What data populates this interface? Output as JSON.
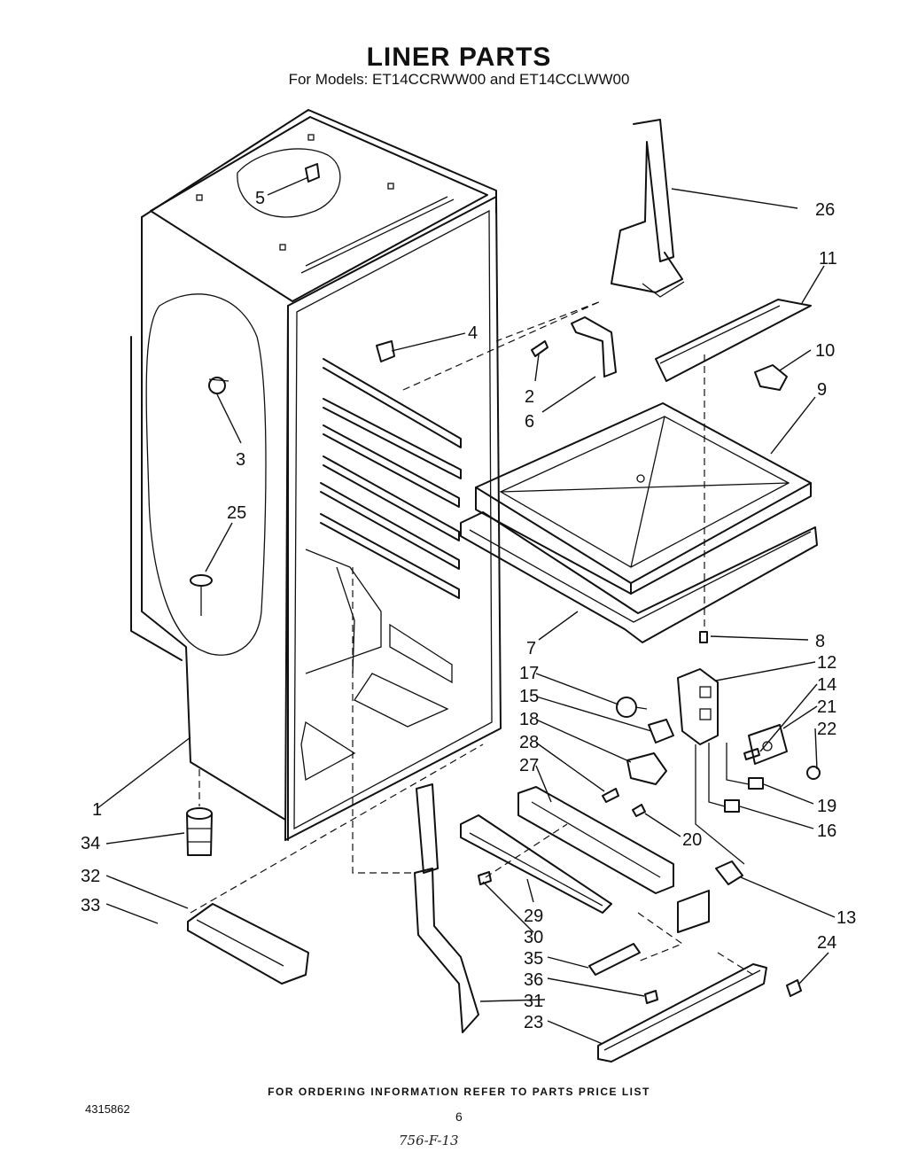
{
  "header": {
    "title": "LINER PARTS",
    "subtitle": "For Models: ET14CCRWW00 and ET14CCLWW00"
  },
  "callouts": [
    {
      "id": "c1",
      "label": "1"
    },
    {
      "id": "c2",
      "label": "2"
    },
    {
      "id": "c3",
      "label": "3"
    },
    {
      "id": "c4",
      "label": "4"
    },
    {
      "id": "c5",
      "label": "5"
    },
    {
      "id": "c6",
      "label": "6"
    },
    {
      "id": "c7",
      "label": "7"
    },
    {
      "id": "c8",
      "label": "8"
    },
    {
      "id": "c9",
      "label": "9"
    },
    {
      "id": "c10",
      "label": "10"
    },
    {
      "id": "c11",
      "label": "11"
    },
    {
      "id": "c12",
      "label": "12"
    },
    {
      "id": "c13",
      "label": "13"
    },
    {
      "id": "c14",
      "label": "14"
    },
    {
      "id": "c15",
      "label": "15"
    },
    {
      "id": "c16",
      "label": "16"
    },
    {
      "id": "c17",
      "label": "17"
    },
    {
      "id": "c18",
      "label": "18"
    },
    {
      "id": "c19",
      "label": "19"
    },
    {
      "id": "c20",
      "label": "20"
    },
    {
      "id": "c21",
      "label": "21"
    },
    {
      "id": "c22",
      "label": "22"
    },
    {
      "id": "c23",
      "label": "23"
    },
    {
      "id": "c24",
      "label": "24"
    },
    {
      "id": "c25",
      "label": "25"
    },
    {
      "id": "c26",
      "label": "26"
    },
    {
      "id": "c27",
      "label": "27"
    },
    {
      "id": "c28",
      "label": "28"
    },
    {
      "id": "c29",
      "label": "29"
    },
    {
      "id": "c30",
      "label": "30"
    },
    {
      "id": "c31",
      "label": "31"
    },
    {
      "id": "c32",
      "label": "32"
    },
    {
      "id": "c33",
      "label": "33"
    },
    {
      "id": "c34",
      "label": "34"
    },
    {
      "id": "c35",
      "label": "35"
    },
    {
      "id": "c36",
      "label": "36"
    }
  ],
  "footer": {
    "ordering_note": "FOR ORDERING INFORMATION REFER TO PARTS PRICE LIST",
    "doc_number": "4315862",
    "page_number": "6",
    "handwritten_note": "756-F-13"
  }
}
